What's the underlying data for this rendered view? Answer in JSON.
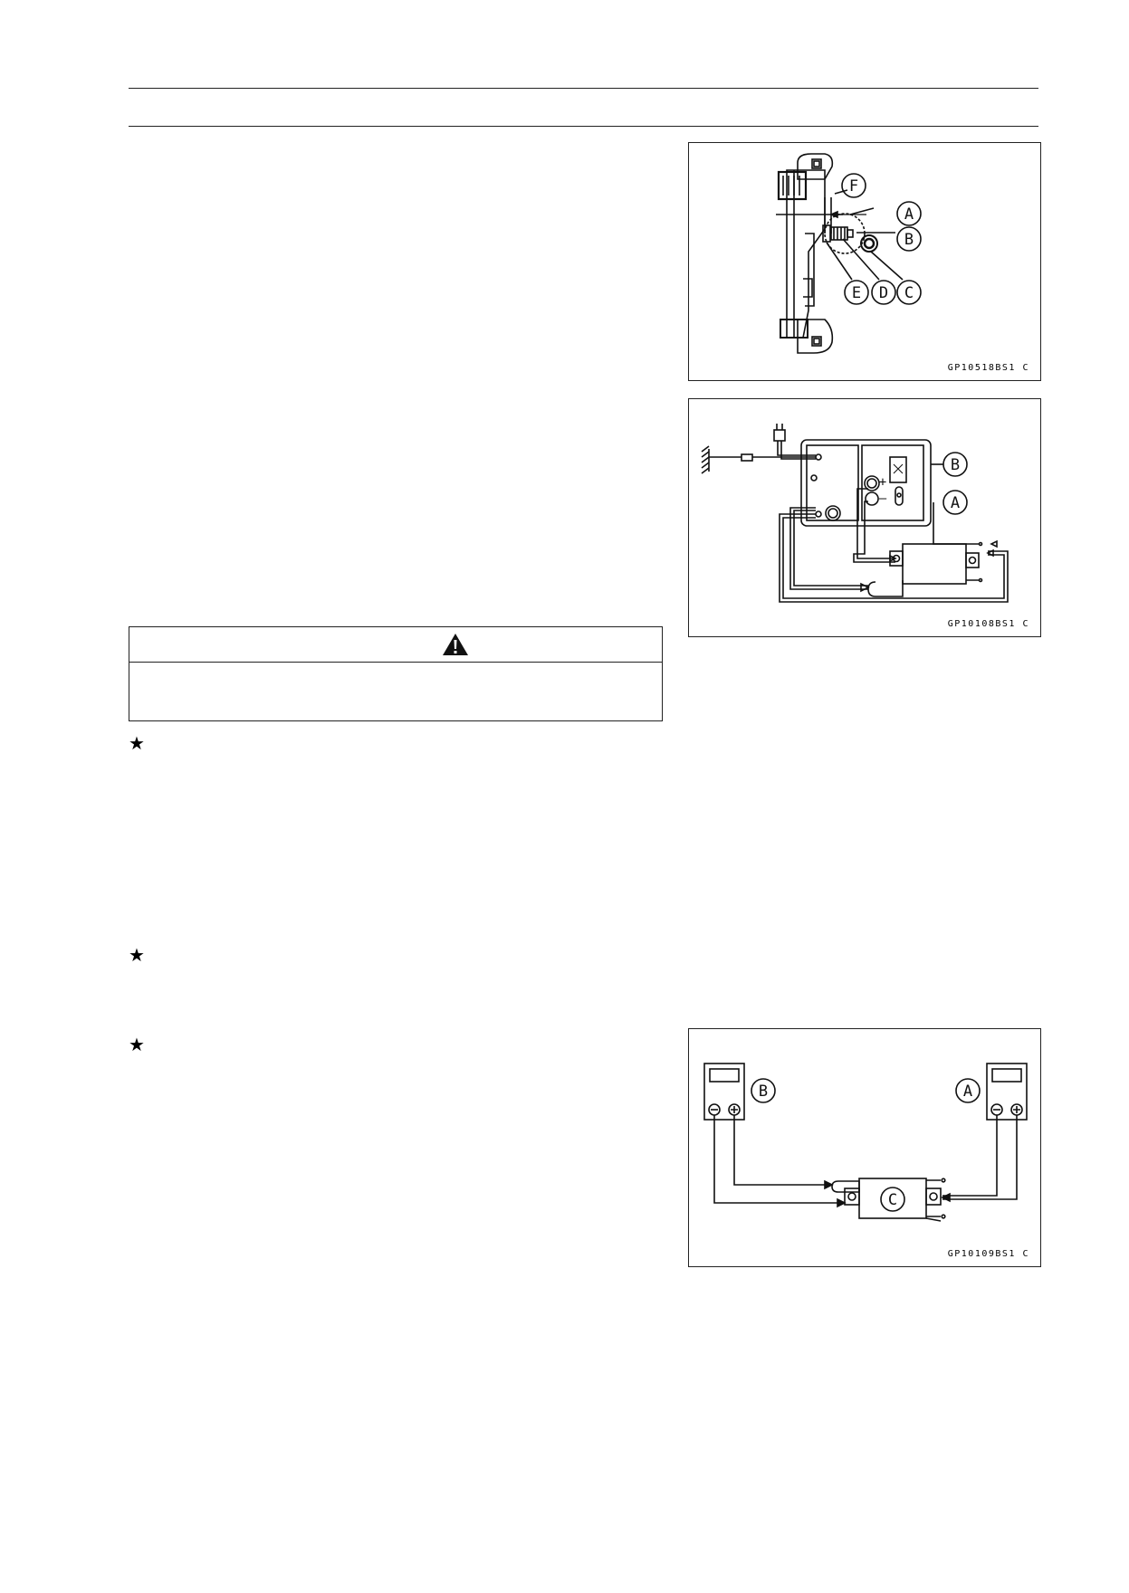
{
  "figures": {
    "fig1": {
      "code": "GP10518BS1 C",
      "callouts": [
        "A",
        "B",
        "C",
        "D",
        "E",
        "F"
      ]
    },
    "fig2": {
      "code": "GP10108BS1 C",
      "callouts": [
        "A",
        "B"
      ],
      "meter_signs": [
        "+",
        "–"
      ]
    },
    "fig3": {
      "code": "GP10109BS1 C",
      "callouts": [
        "A",
        "B",
        "C"
      ]
    }
  },
  "warning": {
    "icon": "warning-triangle-icon"
  },
  "bullets": {
    "symbol": "★"
  }
}
